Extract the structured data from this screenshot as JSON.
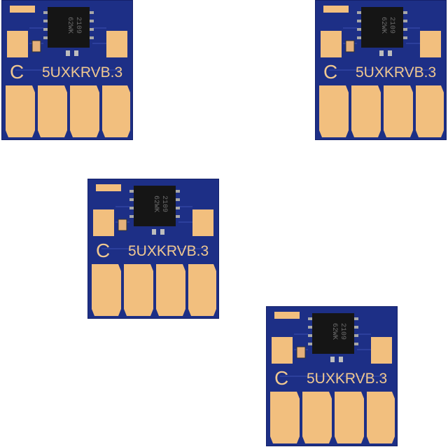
{
  "chips": [
    {
      "color_letter": "C",
      "code": "5UXKRVB.3",
      "ic_line1": "2109",
      "ic_line2": "62WK"
    },
    {
      "color_letter": "C",
      "code": "5UXKRVB.3",
      "ic_line1": "2109",
      "ic_line2": "62WK"
    },
    {
      "color_letter": "C",
      "code": "5UXKRVB.3",
      "ic_line1": "2109",
      "ic_line2": "62WK"
    },
    {
      "color_letter": "C",
      "code": "5UXKRVB.3",
      "ic_line1": "2109",
      "ic_line2": "62WK"
    }
  ],
  "colors": {
    "board": "#1d2f86",
    "board_dark": "#14216a",
    "pad": "#f2bf7e",
    "pad_edge": "#d99f5a",
    "ic": "#151515",
    "ink_text": "#f0c890"
  }
}
